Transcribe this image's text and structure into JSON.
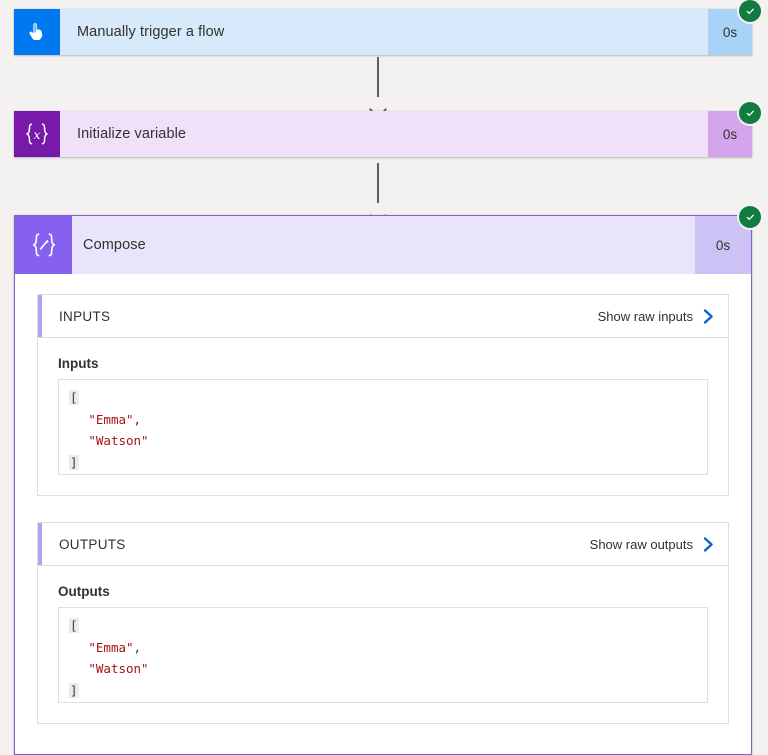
{
  "page": {
    "background": "#f3f2f1",
    "selected_border_color": "#8661c5"
  },
  "status": {
    "succeeded_color": "#107c41",
    "icon": "check-circle-icon",
    "label": "Succeeded"
  },
  "flow": {
    "steps": [
      {
        "id": "manual-trigger",
        "title": "Manually trigger a flow",
        "duration": "0s",
        "icon": "hand-pointer-icon",
        "icon_color": "#0078f0",
        "header_color": "#d7e9fb",
        "duration_color": "#a9d2f7",
        "status": "succeeded",
        "expanded": false
      },
      {
        "id": "initialize-variable",
        "title": "Initialize variable",
        "duration": "0s",
        "icon": "braces-x-icon",
        "icon_color": "#7719aa",
        "header_color": "#f0e1f8",
        "duration_color": "#d3a6ec",
        "status": "succeeded",
        "expanded": false
      },
      {
        "id": "compose",
        "title": "Compose",
        "duration": "0s",
        "icon": "braces-pencil-icon",
        "icon_color": "#8661f0",
        "header_color": "#e9e4fb",
        "duration_color": "#cdc2f5",
        "status": "succeeded",
        "expanded": true
      }
    ]
  },
  "compose_detail": {
    "inputs_section": {
      "header": "INPUTS",
      "raw_link": "Show raw inputs",
      "chevron_icon": "chevron-right-icon",
      "field_label": "Inputs",
      "code_lines": [
        {
          "indent": 0,
          "punct": "[",
          "string": "",
          "comma": ""
        },
        {
          "indent": 1,
          "punct": "",
          "string": "\"Emma\"",
          "comma": ","
        },
        {
          "indent": 1,
          "punct": "",
          "string": "\"Watson\"",
          "comma": ""
        },
        {
          "indent": 0,
          "punct": "]",
          "string": "",
          "comma": ""
        }
      ]
    },
    "outputs_section": {
      "header": "OUTPUTS",
      "raw_link": "Show raw outputs",
      "chevron_icon": "chevron-right-icon",
      "field_label": "Outputs",
      "code_lines": [
        {
          "indent": 0,
          "punct": "[",
          "string": "",
          "comma": ""
        },
        {
          "indent": 1,
          "punct": "",
          "string": "\"Emma\"",
          "comma": ","
        },
        {
          "indent": 1,
          "punct": "",
          "string": "\"Watson\"",
          "comma": ""
        },
        {
          "indent": 0,
          "punct": "]",
          "string": "",
          "comma": ""
        }
      ]
    }
  },
  "colors": {
    "link_chevron": "#0b63ce",
    "string_token": "#a31515",
    "punct_token": "#3b3b3b",
    "section_accent": "#b4a0f5"
  }
}
